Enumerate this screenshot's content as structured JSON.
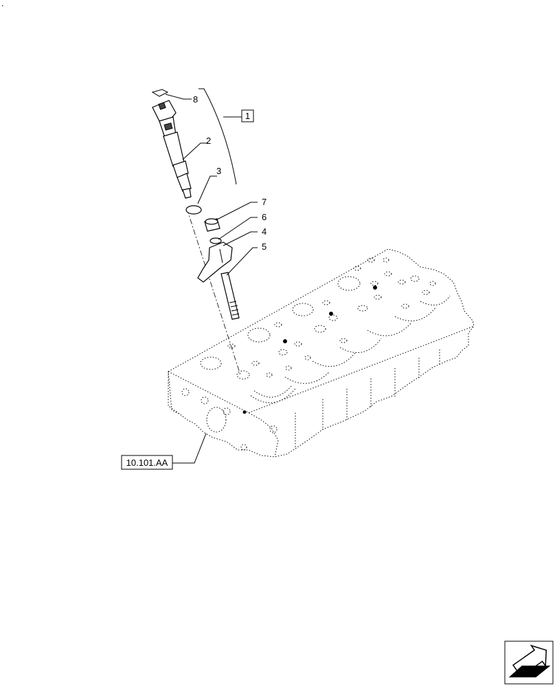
{
  "corner_mark": ".",
  "callouts": [
    "8",
    "2",
    "3",
    "7",
    "6",
    "4",
    "5"
  ],
  "group_ref": "1",
  "cross_ref": "10.101.AA",
  "icons": {
    "nav": "next-page-arrow-icon"
  }
}
